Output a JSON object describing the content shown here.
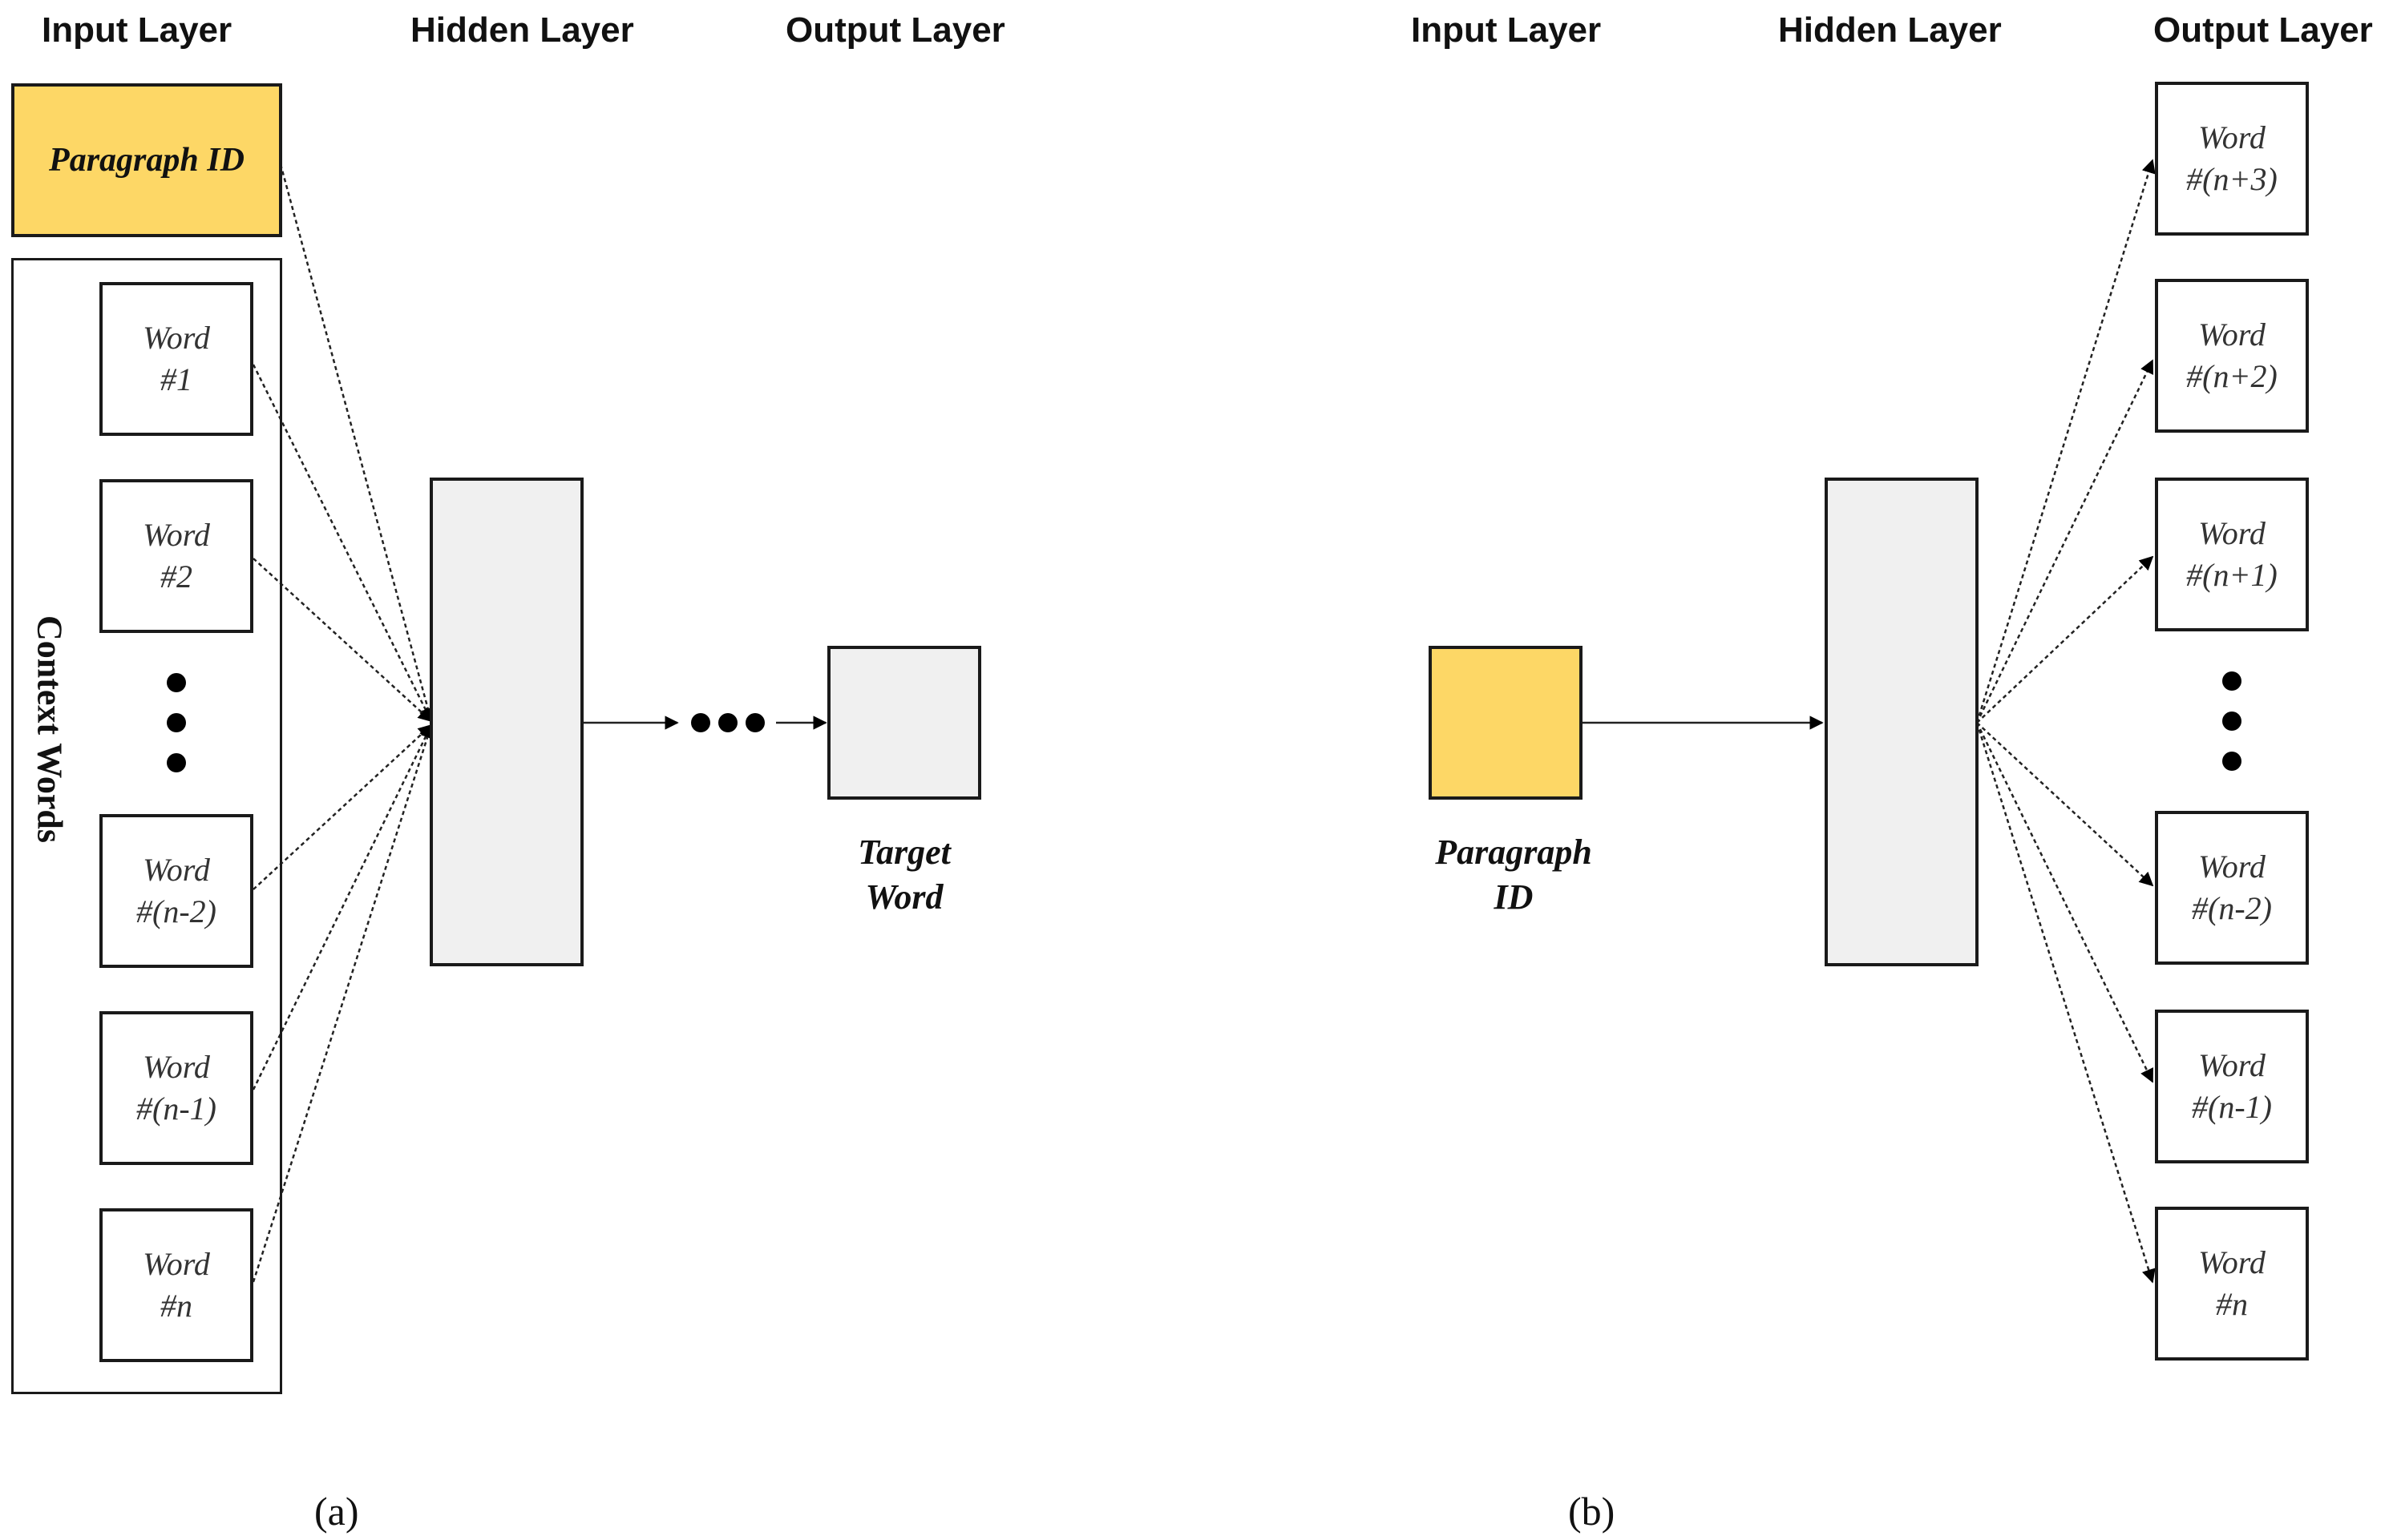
{
  "panel_a": {
    "headers": {
      "input": "Input Layer",
      "hidden": "Hidden Layer",
      "output": "Output Layer"
    },
    "paragraph_id": "Paragraph ID",
    "context_label": "Context Words",
    "words": [
      {
        "line1": "Word",
        "line2": "#1"
      },
      {
        "line1": "Word",
        "line2": "#2"
      },
      {
        "line1": "Word",
        "line2": "#(n-2)"
      },
      {
        "line1": "Word",
        "line2": "#(n-1)"
      },
      {
        "line1": "Word",
        "line2": "#n"
      }
    ],
    "target": {
      "line1": "Target",
      "line2": "Word"
    },
    "caption": "(a)"
  },
  "panel_b": {
    "headers": {
      "input": "Input Layer",
      "hidden": "Hidden Layer",
      "output": "Output Layer"
    },
    "paragraph": {
      "line1": "Paragraph",
      "line2": "ID"
    },
    "words": [
      {
        "line1": "Word",
        "line2": "#(n+3)"
      },
      {
        "line1": "Word",
        "line2": "#(n+2)"
      },
      {
        "line1": "Word",
        "line2": "#(n+1)"
      },
      {
        "line1": "Word",
        "line2": "#(n-2)"
      },
      {
        "line1": "Word",
        "line2": "#(n-1)"
      },
      {
        "line1": "Word",
        "line2": "#n"
      }
    ],
    "caption": "(b)"
  },
  "colors": {
    "paragraph_fill": "#fdd766",
    "hidden_fill": "#f0f0f0",
    "stroke": "#1a1a1a"
  }
}
